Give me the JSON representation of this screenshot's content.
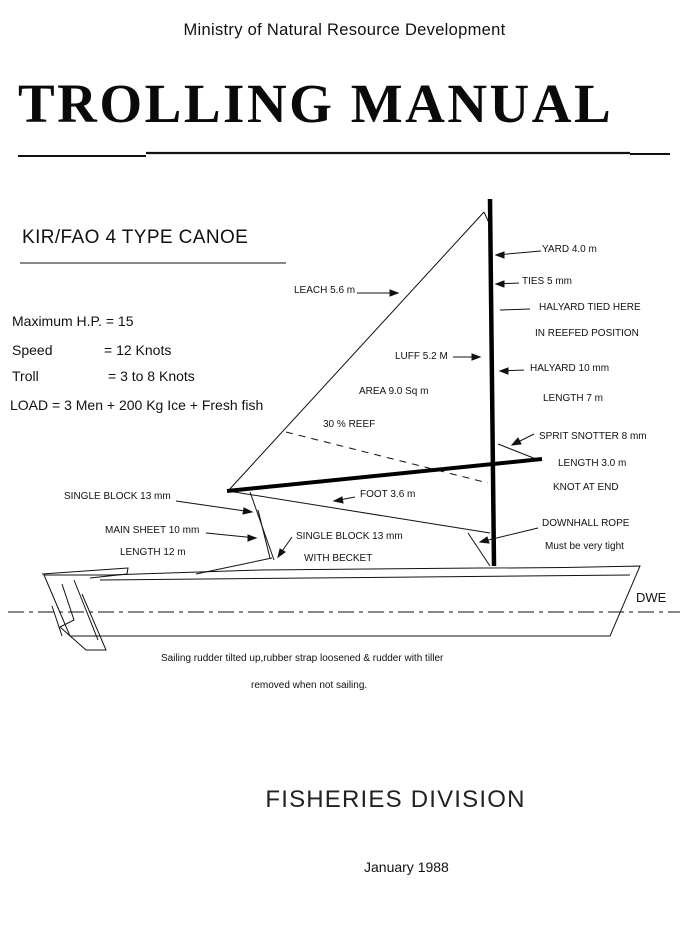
{
  "header": {
    "ministry": "Ministry of Natural Resource Development",
    "title": "TROLLING MANUAL"
  },
  "canoe": {
    "type_title": "KIR/FAO 4 TYPE CANOE",
    "specs": {
      "max_hp": "Maximum H.P. = 15",
      "speed_label": "Speed",
      "speed_value": "= 12 Knots",
      "troll_label": "Troll",
      "troll_value": "= 3 to 8 Knots",
      "load": "LOAD  = 3 Men + 200 Kg Ice + Fresh fish"
    }
  },
  "diagram": {
    "labels": {
      "leach": "LEACH 5.6 m",
      "luff": "LUFF 5.2 M",
      "area": "AREA 9.0 Sq m",
      "reef": "30 % REEF",
      "foot": "FOOT 3.6 m",
      "single_block_1": "SINGLE BLOCK 13 mm",
      "main_sheet": "MAIN SHEET 10 mm",
      "main_sheet_length": "LENGTH 12 m",
      "single_block_2": "SINGLE BLOCK 13 mm",
      "with_becket": "WITH BECKET",
      "yard": "YARD 4.0 m",
      "ties": "TIES 5 mm",
      "halyard_tied": "HALYARD TIED HERE",
      "reefed_position": "IN REEFED POSITION",
      "halyard": "HALYARD 10 mm",
      "halyard_length": "LENGTH 7 m",
      "sprit_snotter": "SPRIT SNOTTER 8 mm",
      "sprit_length": "LENGTH 3.0 m",
      "knot": "KNOT AT END",
      "downhaul": "DOWNHALL ROPE",
      "tight": "Must be very tight",
      "dwe": "DWE"
    },
    "caption_line1": "Sailing rudder tilted up,rubber strap loosened & rudder with tiller",
    "caption_line2": "removed when not sailing."
  },
  "footer": {
    "division": "FISHERIES DIVISION",
    "date": "January 1988"
  }
}
